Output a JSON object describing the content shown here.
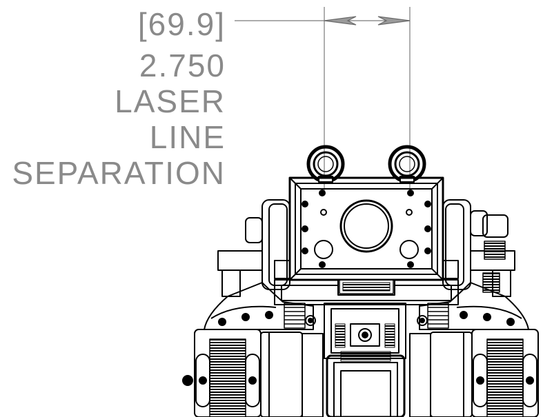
{
  "dimension": {
    "metric": "[69.9]",
    "imperial": "2.750",
    "label_lines": [
      "LASER",
      "LINE",
      "SEPARATION"
    ]
  },
  "colors": {
    "linework": "#000000",
    "dimension_text": "#8a8a8a",
    "dimension_line": "#7a7a7a"
  }
}
